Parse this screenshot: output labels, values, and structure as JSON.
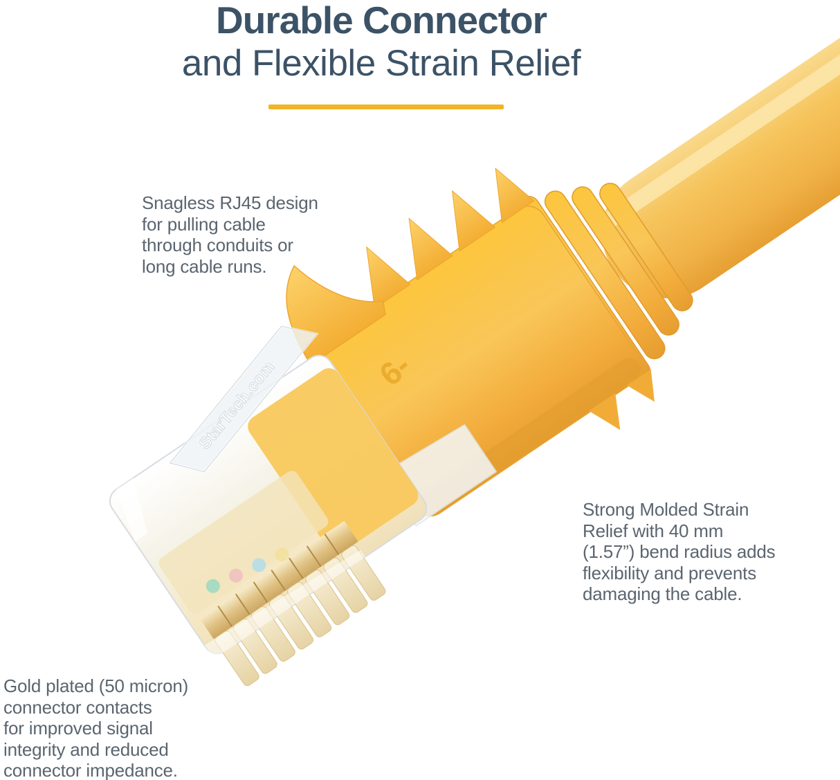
{
  "page": {
    "background": "#ffffff"
  },
  "title": {
    "line1": "Durable Connector",
    "line2": "and Flexible Strain Relief",
    "color": "#3c5266",
    "underline_color": "#f0b429"
  },
  "annotations": {
    "text_color": "#5b656f",
    "snagless": {
      "lines": [
        "Snagless RJ45 design",
        "for pulling cable",
        "through conduits or",
        "long cable runs."
      ]
    },
    "strain_relief": {
      "lines": [
        "Strong Molded Strain",
        "Relief with 40 mm",
        "(1.57”) bend radius adds",
        "flexibility and prevents",
        "damaging the cable."
      ]
    },
    "gold_contacts": {
      "lines": [
        "Gold plated (50 micron)",
        "connector contacts",
        "for improved signal",
        "integrity and reduced",
        "connector impedance."
      ]
    }
  },
  "photo": {
    "subject": "yellow snagless RJ45 ethernet cable connector",
    "brand_text": "StarTech.com",
    "boot_marking": "6-",
    "colors": {
      "cable_yellow": "#f6c45c",
      "boot_yellow": "#f9c141",
      "yellow_shadow": "#e59d2f",
      "yellow_highlight": "#fbe7ad",
      "clear_plastic": "#f4f1e4",
      "gold_contacts": "#ddbe7e"
    }
  }
}
